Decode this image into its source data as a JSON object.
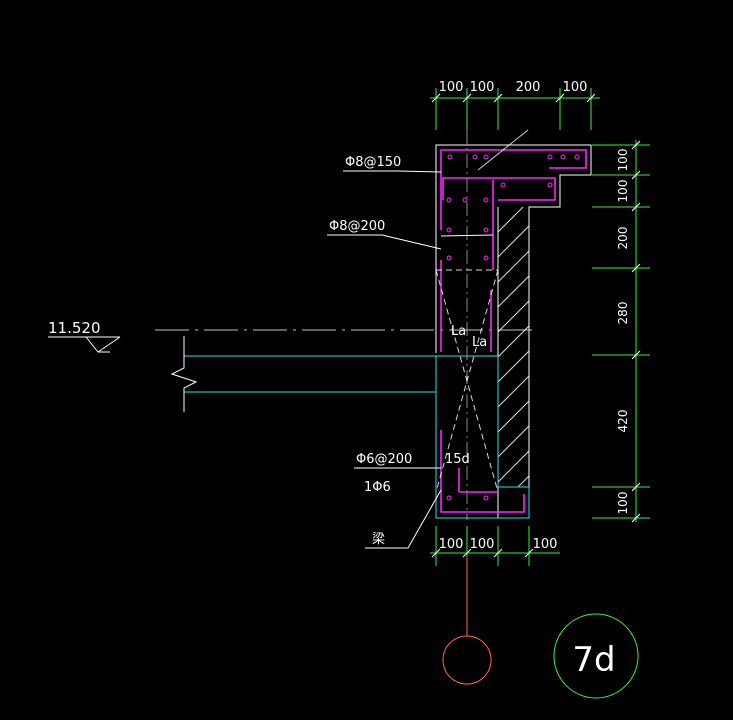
{
  "colors": {
    "background": "#000000",
    "dimension": "#33ee44",
    "outline": "#22e5e5",
    "rebar": "#ff22ff",
    "text": "#ffffff",
    "axis_bubble": "#ff6644"
  },
  "dimensions": {
    "top": [
      "100",
      "100",
      "200",
      "100"
    ],
    "bottom": [
      "100",
      "100",
      "100"
    ],
    "right": [
      "100",
      "100",
      "200",
      "280",
      "420",
      "100"
    ]
  },
  "annotations": {
    "rebar_top": "Φ8@150",
    "rebar_mid": "Φ8@200",
    "rebar_low": "Φ6@200",
    "rebar_single": "1Φ6",
    "lap_a": "La",
    "lap_b": "La",
    "hook": "15d",
    "beam_note": "梁"
  },
  "elevation": {
    "value": "11.520"
  },
  "detail_label": "7d"
}
